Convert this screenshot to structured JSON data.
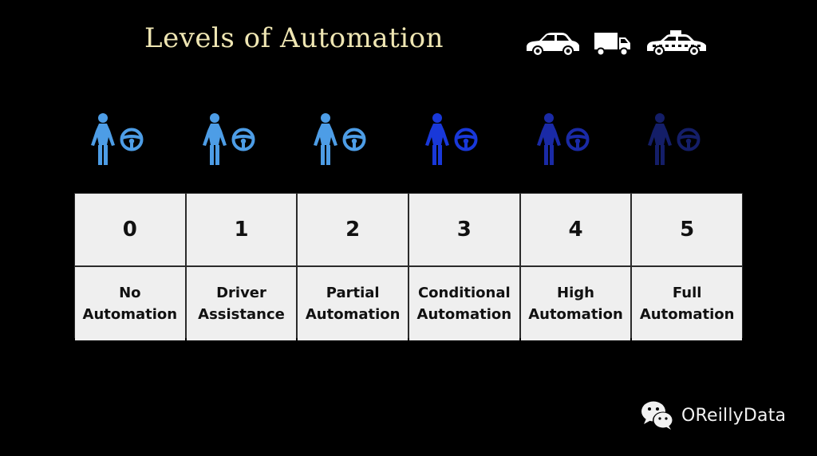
{
  "title": "Levels of Automation",
  "vehicles": [
    {
      "icon": "car-icon"
    },
    {
      "icon": "truck-icon"
    },
    {
      "icon": "taxi-icon"
    }
  ],
  "figure_colors": [
    "#4d9de6",
    "#4d9de6",
    "#4d9de6",
    "#1938d9",
    "#1a2aa6",
    "#141e68"
  ],
  "levels": [
    {
      "number": "0",
      "label_lines": [
        "No",
        "Automation"
      ]
    },
    {
      "number": "1",
      "label_lines": [
        "Driver",
        "Assistance"
      ]
    },
    {
      "number": "2",
      "label_lines": [
        "Partial",
        "Automation"
      ]
    },
    {
      "number": "3",
      "label_lines": [
        "Conditional",
        "Automation"
      ]
    },
    {
      "number": "4",
      "label_lines": [
        "High",
        "Automation"
      ]
    },
    {
      "number": "5",
      "label_lines": [
        "Full",
        "Automation"
      ]
    }
  ],
  "watermark": {
    "icon": "wechat-icon",
    "text": "OReillyData"
  }
}
